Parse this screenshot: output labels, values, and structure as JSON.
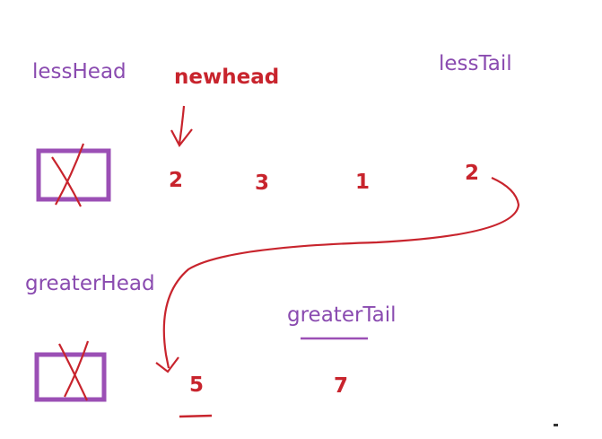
{
  "labels": {
    "less_head": "lessHead",
    "new_head": "newhead",
    "less_tail": "lessTail",
    "greater_head": "greaterHead",
    "greater_tail": "greaterTail"
  },
  "less_list": {
    "values": [
      "2",
      "3",
      "1",
      "2"
    ]
  },
  "greater_list": {
    "values": [
      "5",
      "7"
    ]
  },
  "colors": {
    "label_purple": "#8a4bb0",
    "ink_red": "#c8242d",
    "box_purple": "#9b4fb5"
  }
}
